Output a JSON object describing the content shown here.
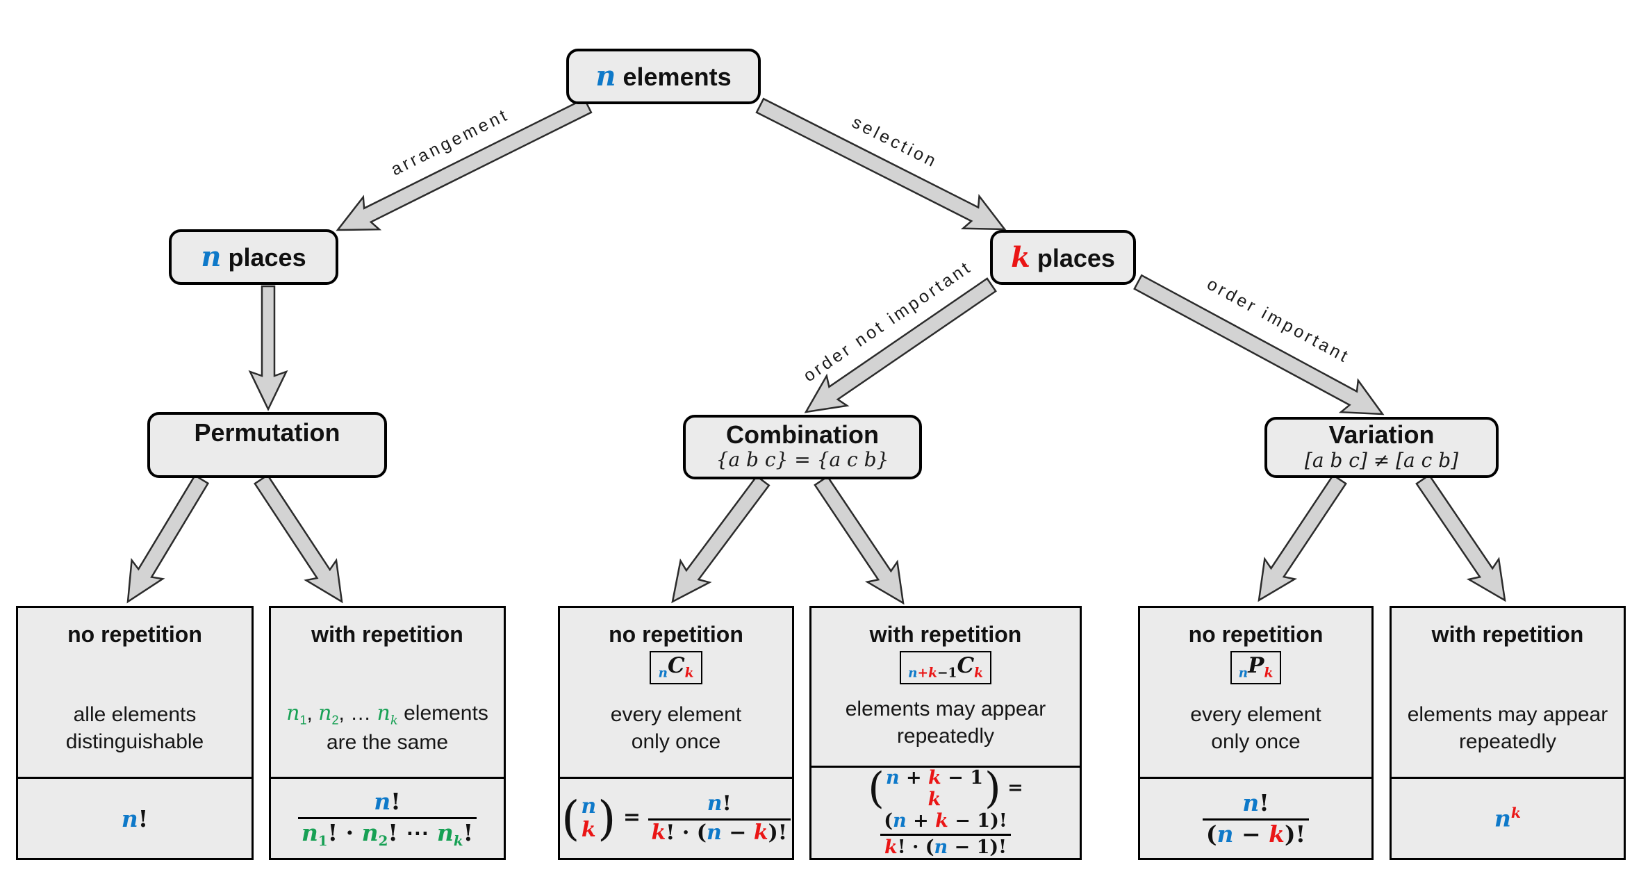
{
  "colors": {
    "blue": "#0e79c9",
    "red": "#ea1515",
    "green": "#17a054",
    "box_fill": "#ebebeb",
    "arrow_fill": "#d3d3d3",
    "arrow_stroke": "#2b2b2b",
    "border": "#000000"
  },
  "nodes": {
    "root": {
      "var": "n",
      "label": "elements"
    },
    "n_places": {
      "var": "n",
      "label": "places"
    },
    "k_places": {
      "var": "k",
      "label": "places"
    },
    "permutation": {
      "title": "Permutation",
      "subtitle": ""
    },
    "combination": {
      "title": "Combination",
      "subtitle": "{a b c} = {a c b}"
    },
    "variation": {
      "title": "Variation",
      "subtitle": "[a b c] ≠ [a c b]"
    }
  },
  "edges": {
    "arrangement": "arrangement",
    "selection": "selection",
    "order_not_important": "order not important",
    "order_important": "order important"
  },
  "cards": [
    {
      "header": "no repetition",
      "body": [
        [
          {
            "t": "alle elements"
          }
        ],
        [
          {
            "t": "distinguishable"
          }
        ]
      ],
      "formula": {
        "row": [
          {
            "t": "n",
            "c": "blue",
            "v": true
          },
          {
            "t": "!"
          }
        ]
      }
    },
    {
      "header": "with repetition",
      "body": [
        [
          {
            "t": "n",
            "c": "green",
            "v": true
          },
          {
            "t": "1",
            "c": "green",
            "sub": true
          },
          {
            "t": ", "
          },
          {
            "t": "n",
            "c": "green",
            "v": true
          },
          {
            "t": "2",
            "c": "green",
            "sub": true
          },
          {
            "t": ", … "
          },
          {
            "t": "n",
            "c": "green",
            "v": true
          },
          {
            "t": "k",
            "c": "green",
            "v": true,
            "sub": true
          },
          {
            "t": " elements"
          }
        ],
        [
          {
            "t": "are the same"
          }
        ]
      ],
      "formula": {
        "frac": {
          "num": [
            {
              "t": "n",
              "c": "blue",
              "v": true
            },
            {
              "t": "!"
            }
          ],
          "den": [
            {
              "t": "n",
              "c": "green",
              "v": true
            },
            {
              "t": "1",
              "c": "green",
              "sub": true
            },
            {
              "t": "! · "
            },
            {
              "t": "n",
              "c": "green",
              "v": true
            },
            {
              "t": "2",
              "c": "green",
              "sub": true
            },
            {
              "t": "! ⋯ "
            },
            {
              "t": "n",
              "c": "green",
              "v": true
            },
            {
              "t": "k",
              "c": "green",
              "v": true,
              "sub": true
            },
            {
              "t": "!"
            }
          ]
        }
      }
    },
    {
      "header": "no repetition",
      "badge": [
        {
          "t": "n",
          "c": "blue",
          "v": true,
          "sub": true
        },
        {
          "t": "C",
          "v": true
        },
        {
          "t": "k",
          "c": "red",
          "v": true,
          "sub": true
        }
      ],
      "body": [
        [
          {
            "t": "every element"
          }
        ],
        [
          {
            "t": "only once"
          }
        ]
      ],
      "formula": {
        "row": [
          {
            "binom": {
              "top": [
                {
                  "t": "n",
                  "c": "blue",
                  "v": true
                }
              ],
              "bot": [
                {
                  "t": "k",
                  "c": "red",
                  "v": true
                }
              ]
            }
          },
          {
            "t": " = "
          },
          {
            "frac": {
              "num": [
                {
                  "t": "n",
                  "c": "blue",
                  "v": true
                },
                {
                  "t": "!"
                }
              ],
              "den": [
                {
                  "t": "k",
                  "c": "red",
                  "v": true
                },
                {
                  "t": "! · ("
                },
                {
                  "t": "n",
                  "c": "blue",
                  "v": true
                },
                {
                  "t": " − "
                },
                {
                  "t": "k",
                  "c": "red",
                  "v": true
                },
                {
                  "t": ")!"
                }
              ]
            }
          }
        ]
      }
    },
    {
      "header": "with repetition",
      "badge": [
        {
          "t": "n",
          "c": "blue",
          "v": true,
          "sub": true
        },
        {
          "t": "+",
          "c": "red",
          "sub": true
        },
        {
          "t": "k",
          "c": "red",
          "v": true,
          "sub": true
        },
        {
          "t": "−1",
          "sub": true
        },
        {
          "t": "C",
          "v": true
        },
        {
          "t": "k",
          "c": "red",
          "v": true,
          "sub": true
        }
      ],
      "body": [
        [
          {
            "t": "elements may appear"
          }
        ],
        [
          {
            "t": "repeatedly"
          }
        ]
      ],
      "formula": {
        "row": [
          {
            "binom": {
              "top": [
                {
                  "t": "n",
                  "c": "blue",
                  "v": true
                },
                {
                  "t": " + "
                },
                {
                  "t": "k",
                  "c": "red",
                  "v": true
                },
                {
                  "t": " − 1"
                }
              ],
              "bot": [
                {
                  "t": "k",
                  "c": "red",
                  "v": true
                }
              ]
            }
          },
          {
            "t": " = "
          },
          {
            "frac": {
              "num": [
                {
                  "t": "("
                },
                {
                  "t": "n",
                  "c": "blue",
                  "v": true
                },
                {
                  "t": " + "
                },
                {
                  "t": "k",
                  "c": "red",
                  "v": true
                },
                {
                  "t": " − 1)!"
                }
              ],
              "den": [
                {
                  "t": "k",
                  "c": "red",
                  "v": true
                },
                {
                  "t": "! · ("
                },
                {
                  "t": "n",
                  "c": "blue",
                  "v": true
                },
                {
                  "t": " − 1)!"
                }
              ]
            }
          }
        ]
      }
    },
    {
      "header": "no repetition",
      "badge": [
        {
          "t": "n",
          "c": "blue",
          "v": true,
          "sub": true
        },
        {
          "t": "P",
          "v": true
        },
        {
          "t": "k",
          "c": "red",
          "v": true,
          "sub": true
        }
      ],
      "body": [
        [
          {
            "t": "every element"
          }
        ],
        [
          {
            "t": "only once"
          }
        ]
      ],
      "formula": {
        "frac": {
          "num": [
            {
              "t": "n",
              "c": "blue",
              "v": true
            },
            {
              "t": "!"
            }
          ],
          "den": [
            {
              "t": "("
            },
            {
              "t": "n",
              "c": "blue",
              "v": true
            },
            {
              "t": " − "
            },
            {
              "t": "k",
              "c": "red",
              "v": true
            },
            {
              "t": ")!"
            }
          ]
        }
      }
    },
    {
      "header": "with repetition",
      "body": [
        [
          {
            "t": "elements may appear"
          }
        ],
        [
          {
            "t": "repeatedly"
          }
        ]
      ],
      "formula": {
        "row": [
          {
            "t": "n",
            "c": "blue",
            "v": true
          },
          {
            "t": "k",
            "c": "red",
            "v": true,
            "sup": true
          }
        ]
      }
    }
  ]
}
